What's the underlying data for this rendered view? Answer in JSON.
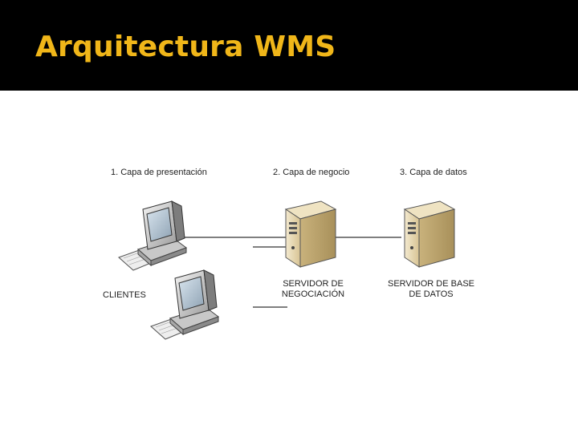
{
  "title": "Arquitectura WMS",
  "colors": {
    "title_bar": "#000000",
    "title_text": "#f0b619",
    "background": "#ffffff",
    "connector": "#333333",
    "server_body": "#e6d6ae"
  },
  "layers": [
    {
      "label": "1. Capa de presentación"
    },
    {
      "label": "2. Capa de negocio"
    },
    {
      "label": "3. Capa de datos"
    }
  ],
  "clients_label": "CLIENTES",
  "servers": [
    {
      "line1": "SERVIDOR DE",
      "line2": "NEGOCIACIÓN",
      "icon": "server-icon"
    },
    {
      "line1": "SERVIDOR DE BASE",
      "line2": "DE DATOS",
      "icon": "server-icon"
    }
  ],
  "client_icons": [
    "desktop-computer-icon",
    "desktop-computer-icon"
  ]
}
